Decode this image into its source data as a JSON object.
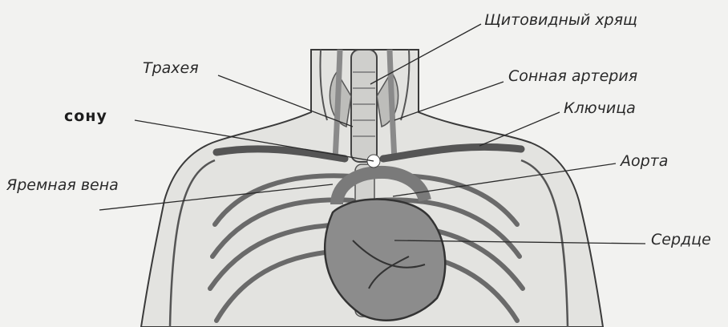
{
  "colors": {
    "background": "#f2f2f0",
    "outline": "#3a3a3a",
    "skin": "#e3e3e0",
    "heart": "#8c8c8c",
    "vessels": "#a8a8a8",
    "marker": "#ffffff"
  },
  "labels": {
    "thyroid": "Щитовидный хрящ",
    "trachea": "Трахея",
    "carotid": "Сонная артерия",
    "sonu": "сону",
    "clavicle": "Ключица",
    "aorta": "Аорта",
    "jugular": "Яремная вена",
    "heart": "Сердце"
  }
}
